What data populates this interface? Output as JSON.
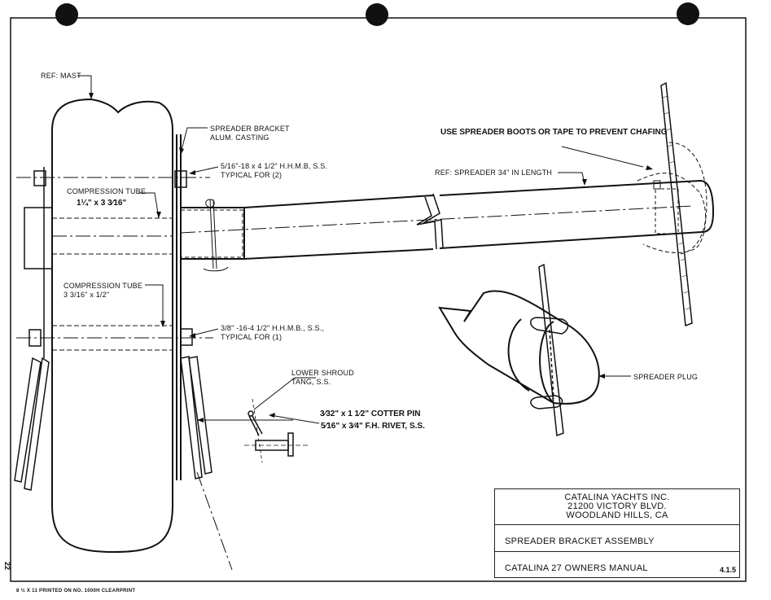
{
  "labels": {
    "ref_mast": "REF: MAST",
    "spreader_bracket_1": "SPREADER BRACKET",
    "spreader_bracket_2": "ALUM. CASTING",
    "bolt_upper_1": "5/16\"-18 x 4 1/2\" H.H.M.B, S.S.",
    "bolt_upper_2": "TYPICAL FOR (2)",
    "compression_tube_upper": "COMPRESSION TUBE",
    "compression_tube_upper_size": "1¼\" x 3 3⁄16\"",
    "use_spreader_boots": "USE SPREADER BOOTS OR TAPE TO PREVENT CHAFING",
    "ref_spreader": "REF: SPREADER 34\" IN LENGTH",
    "compression_tube_lower": "COMPRESSION TUBE",
    "compression_tube_lower_size": "3 3/16\" x 1/2\"",
    "bolt_lower_1": "3/8\" -16-4 1/2\" H.H.M.B., S.S.,",
    "bolt_lower_2": "TYPICAL FOR (1)",
    "lower_shroud_1": "LOWER SHROUD",
    "lower_shroud_2": "TANG, S.S.",
    "cotter_pin": "3⁄32\" x 1 1⁄2\" COTTER PIN",
    "rivet": "5⁄16\" x 3⁄4\" F.H. RIVET, S.S.",
    "spreader_plug": "SPREADER PLUG"
  },
  "title_block": {
    "company_1": "CATALINA YACHTS INC.",
    "company_2": "21200 VICTORY BLVD.",
    "company_3": "WOODLAND HILLS, CA",
    "drawing_title": "SPREADER BRACKET ASSEMBLY",
    "manual": "CATALINA 27   OWNERS MANUAL",
    "drawing_number": "4.1.5"
  },
  "page_number": "22",
  "footer_note": "8 ½ X 11     PRINTED ON NO. 1000H CLEARPRINT"
}
